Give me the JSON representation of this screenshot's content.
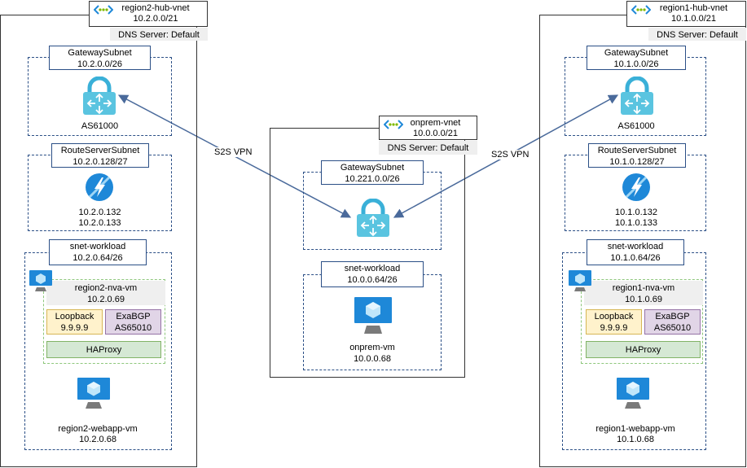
{
  "region2": {
    "vnet_name": "region2-hub-vnet",
    "vnet_cidr": "10.2.0.0/21",
    "dns": "DNS Server: Default",
    "gateway_subnet": {
      "name": "GatewaySubnet",
      "cidr": "10.2.0.0/26",
      "asn": "AS61000"
    },
    "routeserver_subnet": {
      "name": "RouteServerSubnet",
      "cidr": "10.2.0.128/27",
      "ip1": "10.2.0.132",
      "ip2": "10.2.0.133"
    },
    "workload_subnet": {
      "name": "snet-workload",
      "cidr": "10.2.0.64/26"
    },
    "nva": {
      "name": "region2-nva-vm",
      "ip": "10.2.0.69",
      "loopback": "Loopback",
      "loopback_ip": "9.9.9.9",
      "bgp": "ExaBGP",
      "bgp_asn": "AS65010",
      "haproxy": "HAProxy"
    },
    "webapp": {
      "name": "region2-webapp-vm",
      "ip": "10.2.0.68"
    }
  },
  "region1": {
    "vnet_name": "region1-hub-vnet",
    "vnet_cidr": "10.1.0.0/21",
    "dns": "DNS Server: Default",
    "gateway_subnet": {
      "name": "GatewaySubnet",
      "cidr": "10.1.0.0/26",
      "asn": "AS61000"
    },
    "routeserver_subnet": {
      "name": "RouteServerSubnet",
      "cidr": "10.1.0.128/27",
      "ip1": "10.1.0.132",
      "ip2": "10.1.0.133"
    },
    "workload_subnet": {
      "name": "snet-workload",
      "cidr": "10.1.0.64/26"
    },
    "nva": {
      "name": "region1-nva-vm",
      "ip": "10.1.0.69",
      "loopback": "Loopback",
      "loopback_ip": "9.9.9.9",
      "bgp": "ExaBGP",
      "bgp_asn": "AS65010",
      "haproxy": "HAProxy"
    },
    "webapp": {
      "name": "region1-webapp-vm",
      "ip": "10.1.0.68"
    }
  },
  "onprem": {
    "vnet_name": "onprem-vnet",
    "vnet_cidr": "10.0.0.0/21",
    "dns": "DNS Server: Default",
    "gateway_subnet": {
      "name": "GatewaySubnet",
      "cidr": "10.221.0.0/26"
    },
    "workload_subnet": {
      "name": "snet-workload",
      "cidr": "10.0.0.64/26"
    },
    "vm": {
      "name": "onprem-vm",
      "ip": "10.0.0.68"
    }
  },
  "connections": {
    "left_label": "S2S VPN",
    "right_label": "S2S VPN"
  },
  "colors": {
    "vnet_border": "#333333",
    "subnet_border": "#2b4f86",
    "arrow": "#4a6a9b",
    "dns_bg": "#efefef",
    "loopback_bg": "#fff2cc",
    "exabgp_bg": "#e1d5e7",
    "haproxy_bg": "#d5e8d4",
    "nva_border": "#8ec77c",
    "azure_blue": "#1e88d8",
    "gateway_teal": "#5ac4e0"
  }
}
